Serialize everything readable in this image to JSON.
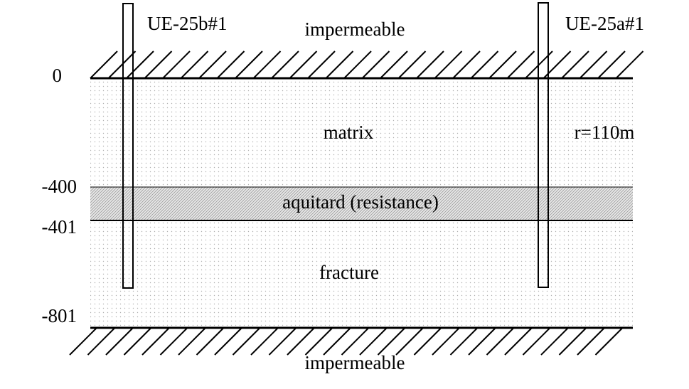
{
  "well_labels": {
    "left": "UE-25b#1",
    "right": "UE-25a#1"
  },
  "boundary_labels": {
    "top": "impermeable",
    "bottom": "impermeable"
  },
  "layer_labels": {
    "matrix": "matrix",
    "aquitard": "aquitard (resistance)",
    "fracture": "fracture"
  },
  "distance_label": "r=110m",
  "depth_labels": {
    "surface": "0",
    "aquitard_top": "-400",
    "aquitard_bottom": "-401",
    "base": "-801"
  },
  "colors": {
    "line": "#000000",
    "dots": "#b0b0b0",
    "aquitard_hatch": "#9a9a9a",
    "background": "#ffffff"
  }
}
